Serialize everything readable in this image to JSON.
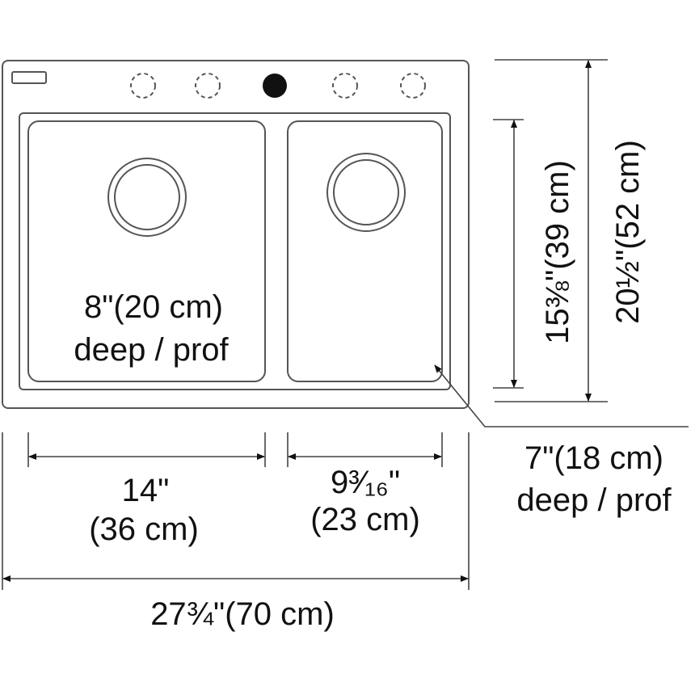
{
  "colors": {
    "line": "#555555",
    "text": "#111111",
    "faucet_hole": "#111111"
  },
  "left_bowl": {
    "depth": "8\"(20 cm)",
    "depth_label": "deep / prof"
  },
  "right_bowl": {
    "depth": "7\"(18 cm)",
    "depth_label": "deep / prof"
  },
  "dimensions": {
    "left_width_in": "14\"",
    "left_width_cm": "(36 cm)",
    "right_width_in": "9³⁄₁₆\"",
    "right_width_cm": "(23 cm)",
    "total_width": "27¾\"(70 cm)",
    "bowl_length": "15⅜\"(39 cm)",
    "total_length": "20½\"(52 cm)"
  }
}
